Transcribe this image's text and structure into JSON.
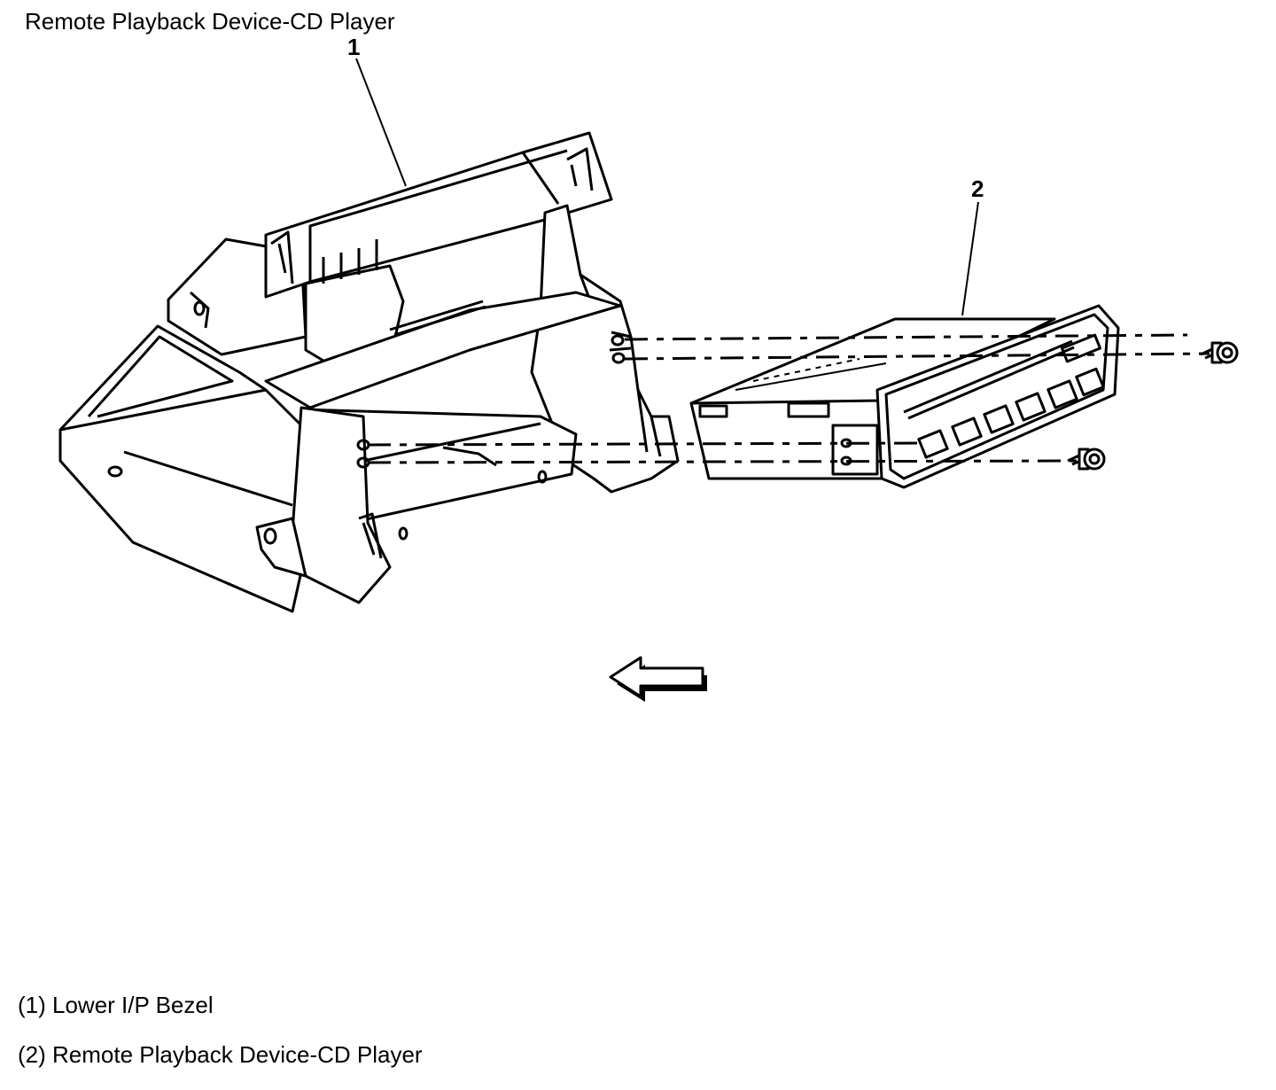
{
  "title": "Remote Playback Device-CD Player",
  "callouts": [
    {
      "number": "1",
      "label": "Lower I/P Bezel"
    },
    {
      "number": "2",
      "label": "Remote Playback Device-CD Player"
    }
  ],
  "legend": [
    "(1) Lower I/P Bezel",
    "(2) Remote Playback Device-CD Player"
  ],
  "icons": [
    "direction-arrow-left-icon",
    "screw-icon"
  ]
}
